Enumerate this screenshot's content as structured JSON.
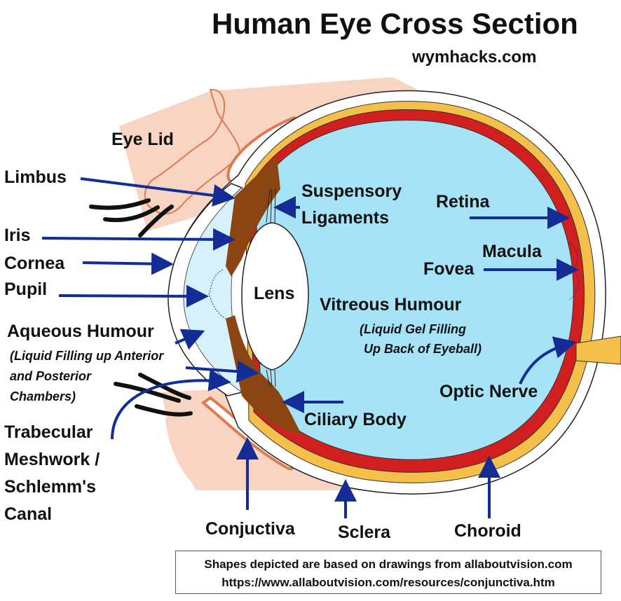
{
  "title": "Human Eye Cross Section",
  "site": "wymhacks.com",
  "labels": {
    "eye_lid": "Eye Lid",
    "limbus": "Limbus",
    "iris": "Iris",
    "cornea": "Cornea",
    "pupil": "Pupil",
    "aqueous_humour": "Aqueous Humour",
    "aqueous_desc_1": "(Liquid Filling up  Anterior",
    "aqueous_desc_2": "and Posterior",
    "aqueous_desc_3": "Chambers)",
    "trabecular_1": "Trabecular",
    "trabecular_2": "Meshwork /",
    "trabecular_3": "Schlemm's",
    "trabecular_4": "Canal",
    "suspensory_1": "Suspensory",
    "suspensory_2": "Ligaments",
    "lens": "Lens",
    "retina": "Retina",
    "macula": "Macula",
    "fovea": "Fovea",
    "vitreous": "Vitreous Humour",
    "vitreous_desc_1": "(Liquid Gel Filling",
    "vitreous_desc_2": "Up Back of Eyeball)",
    "optic_nerve": "Optic Nerve",
    "ciliary_body": "Ciliary Body",
    "conjuctiva": "Conjuctiva",
    "sclera": "Sclera",
    "choroid": "Choroid"
  },
  "credit": {
    "line1": "Shapes depicted are based on drawings from allaboutvision.com",
    "line2": "https://www.allaboutvision.com/resources/conjunctiva.htm"
  },
  "colors": {
    "vitreous": "#a6e3f6",
    "aqueous": "#d6f1fb",
    "retina": "#d11f1f",
    "choroid_yellow": "#f5c04a",
    "iris_brown": "#8b4513",
    "skin": "#f8d4c2",
    "lid_outline": "#e07a50",
    "arrow": "#142c96"
  }
}
